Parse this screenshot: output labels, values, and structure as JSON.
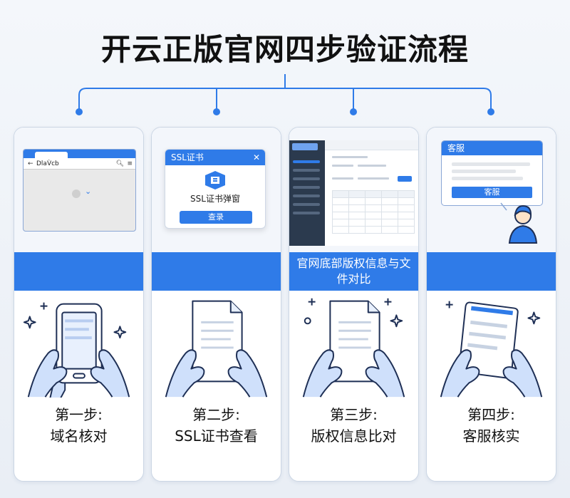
{
  "title": "开云正版官网四步验证流程",
  "colors": {
    "accent": "#2f7be8",
    "outline": "#1e2f55",
    "illus_fill": "#cfe0fb"
  },
  "steps": [
    {
      "band": "",
      "label_line1": "第一步:",
      "label_line2": "域名核对",
      "illustration": "phone-in-hands",
      "ui": {
        "type": "browser",
        "url_text": "DlaV̀cb",
        "icons": [
          "back-arrow-icon",
          "search-icon",
          "menu-icon",
          "spinner-icon",
          "chevron-down-icon"
        ]
      }
    },
    {
      "band": "",
      "label_line1": "第二步:",
      "label_line2": "SSL证书查看",
      "illustration": "document-in-hands",
      "ui": {
        "type": "dialog",
        "header": "SSL证书",
        "close": "✕",
        "text": "SSL证书弹窗",
        "button": "查录",
        "icons": [
          "certificate-logo-icon",
          "close-icon"
        ]
      }
    },
    {
      "band": "官网底部版权信息与文件对比",
      "label_line1": "第三步:",
      "label_line2": "版权信息比对",
      "illustration": "document-in-hands",
      "ui": {
        "type": "admin-panel"
      }
    },
    {
      "band": "",
      "label_line1": "第四步:",
      "label_line2": "客服核实",
      "illustration": "tablet-in-hands",
      "ui": {
        "type": "chat",
        "header": "客服",
        "button": "客服",
        "icons": [
          "agent-avatar-icon"
        ]
      }
    }
  ]
}
